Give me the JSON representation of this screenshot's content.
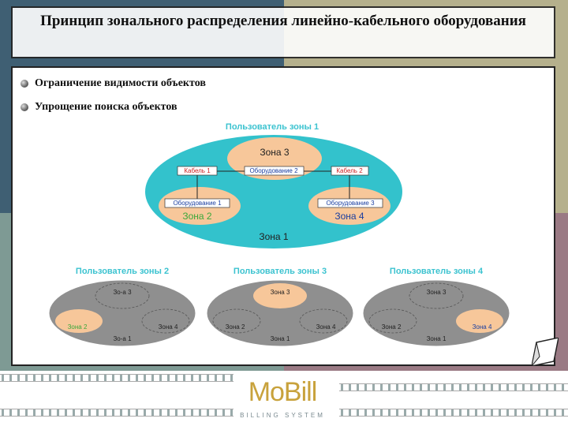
{
  "title": "Принцип зонального распределения линейно-кабельного оборудования",
  "bullets": [
    "Ограничение видимости объектов",
    "Упрощение поиска объектов"
  ],
  "main_diagram": {
    "user_label": "Пользователь зоны 1",
    "zone1": "Зона 1",
    "zone2": "Зона 2",
    "zone3": "Зона 3",
    "zone4": "Зона 4",
    "cable1": "Кабель 1",
    "cable2": "Кабель 2",
    "equip1": "Оборудование 1",
    "equip2": "Оборудование 2",
    "equip3": "Оборудование 3"
  },
  "small_diagrams": [
    {
      "user_label": "Пользователь зоны 2",
      "zone1": "Зо-а 1",
      "zone2": "Зона 2",
      "zone3": "Зо-а 3",
      "zone4": "Зона 4"
    },
    {
      "user_label": "Пользователь зоны 3",
      "zone1": "Зона 1",
      "zone2": "Зона 2",
      "zone3": "Зона 3",
      "zone4": "Зона 4"
    },
    {
      "user_label": "Пользователь зоны 4",
      "zone1": "Зона 1",
      "zone2": "Зона 2",
      "zone3": "Зона 3",
      "zone4": "Зона 4"
    }
  ],
  "logo": {
    "name": "MoBill",
    "sub": "BILLING SYSTEM"
  },
  "colors": {
    "teal": "#33c2cc",
    "orange": "#f7c79a",
    "red": "#cc2222",
    "green": "#3ba83b",
    "blue": "#1a3ea0"
  }
}
